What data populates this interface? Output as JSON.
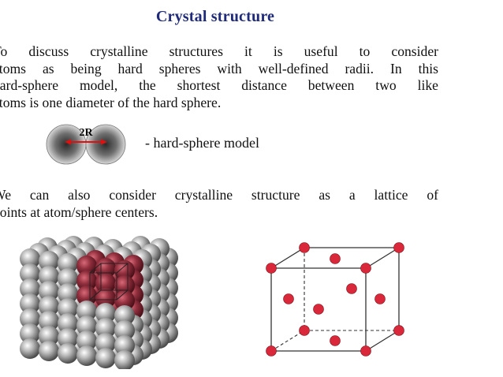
{
  "title": "Crystal structure",
  "paragraph1": {
    "lines": [
      "To discuss crystalline structures it is useful to consider",
      "atoms as being hard spheres with well-defined radii.  In this",
      "hard-sphere model, the shortest distance between two like",
      "atoms is one diameter of the hard sphere."
    ]
  },
  "hard_sphere": {
    "diameter_label": "2R",
    "caption": "- hard-sphere model",
    "arrow_color": "#e01010"
  },
  "paragraph2": {
    "lines": [
      "We can also consider crystalline structure as a lattice of",
      "points at atom/sphere centers."
    ]
  },
  "colors": {
    "title": "#1f2a7a",
    "lattice_point": "#d9283a",
    "highlight_atom": "#8e2a38",
    "grey_atom": "#9a9a9a"
  }
}
